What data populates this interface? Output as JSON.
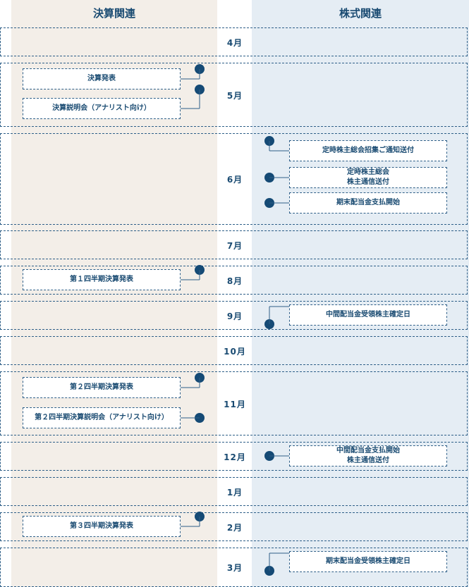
{
  "headers": {
    "left": "決算関連",
    "right": "株式関連"
  },
  "rows": [
    {
      "month": "4月",
      "left": [],
      "right": []
    },
    {
      "month": "5月",
      "left": [
        {
          "text": "決算発表",
          "dot": "upper"
        },
        {
          "text": "決算説明会（アナリスト向け）",
          "dot": "lower"
        }
      ],
      "right": []
    },
    {
      "month": "6月",
      "left": [],
      "right": [
        {
          "text": "定時株主総会招集ご通知送付"
        },
        {
          "text": "定時株主総会\n株主通信送付"
        },
        {
          "text": "期末配当金支払開始"
        }
      ]
    },
    {
      "month": "7月",
      "left": [],
      "right": []
    },
    {
      "month": "8月",
      "left": [
        {
          "text": "第１四半期決算発表",
          "dot": "upper"
        }
      ],
      "right": []
    },
    {
      "month": "9月",
      "left": [],
      "right": [
        {
          "text": "中間配当金受領株主確定日",
          "dot": "lower"
        }
      ]
    },
    {
      "month": "10月",
      "left": [],
      "right": []
    },
    {
      "month": "11月",
      "left": [
        {
          "text": "第２四半期決算発表",
          "dot": "upper"
        },
        {
          "text": "第２四半期決算説明会（アナリスト向け）"
        }
      ],
      "right": []
    },
    {
      "month": "12月",
      "left": [],
      "right": [
        {
          "text": "中間配当金支払開始\n株主通信送付"
        }
      ]
    },
    {
      "month": "1月",
      "left": [],
      "right": []
    },
    {
      "month": "2月",
      "left": [
        {
          "text": "第３四半期決算発表",
          "dot": "upper"
        }
      ],
      "right": []
    },
    {
      "month": "3月",
      "left": [],
      "right": [
        {
          "text": "期末配当金受領株主確定日",
          "dot": "lower"
        }
      ]
    }
  ],
  "colors": {
    "line": "#2e5f88",
    "dot": "#154a75",
    "leftColumn": "#f3eee8",
    "rightColumn": "#e5edf4"
  }
}
